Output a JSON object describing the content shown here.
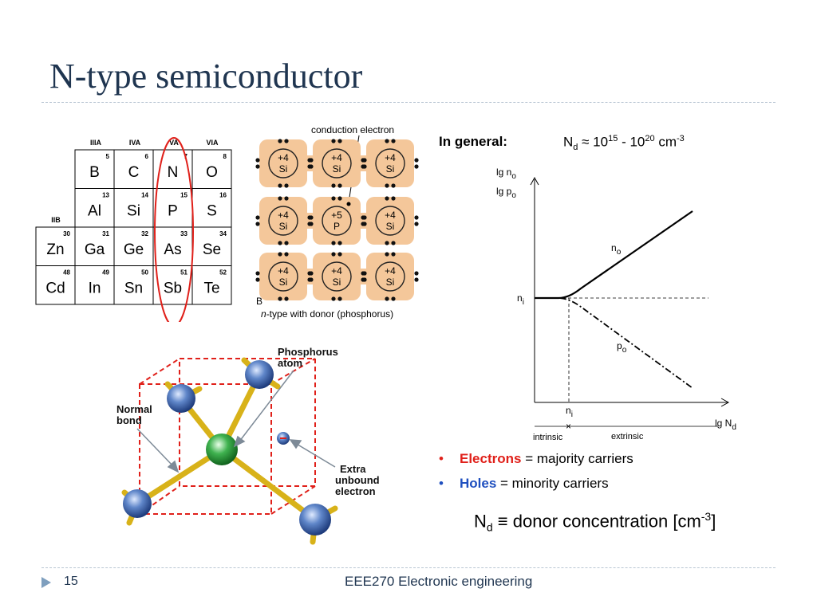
{
  "title": "N-type semiconductor",
  "periodic_table": {
    "group_labels": [
      "IIIA",
      "IVA",
      "VA",
      "VIA",
      "IIB"
    ],
    "cells": [
      {
        "num": "5",
        "sym": "B"
      },
      {
        "num": "6",
        "sym": "C"
      },
      {
        "num": "7",
        "sym": "N"
      },
      {
        "num": "8",
        "sym": "O"
      },
      {
        "num": "13",
        "sym": "Al"
      },
      {
        "num": "14",
        "sym": "Si"
      },
      {
        "num": "15",
        "sym": "P"
      },
      {
        "num": "16",
        "sym": "S"
      },
      {
        "num": "30",
        "sym": "Zn"
      },
      {
        "num": "31",
        "sym": "Ga"
      },
      {
        "num": "32",
        "sym": "Ge"
      },
      {
        "num": "33",
        "sym": "As"
      },
      {
        "num": "34",
        "sym": "Se"
      },
      {
        "num": "48",
        "sym": "Cd"
      },
      {
        "num": "49",
        "sym": "In"
      },
      {
        "num": "50",
        "sym": "Sn"
      },
      {
        "num": "51",
        "sym": "Sb"
      },
      {
        "num": "52",
        "sym": "Te"
      }
    ]
  },
  "lattice": {
    "top_label": "conduction electron",
    "si_charge": "+4",
    "si_symbol": "Si",
    "p_charge": "+5",
    "p_symbol": "P",
    "panel_letter": "B",
    "caption_italic": "n",
    "caption_rest": "-type with donor (phosphorus)"
  },
  "molecule": {
    "phosphorus_label_1": "Phosphorus",
    "phosphorus_label_2": "atom",
    "normal_bond_1": "Normal",
    "normal_bond_2": "bond",
    "extra_1": "Extra",
    "extra_2": "unbound",
    "extra_3": "electron"
  },
  "general": {
    "label": "In general:",
    "nd_range": "Nd ≈ 10^15 - 10^20 cm^-3"
  },
  "graph": {
    "y_label_1": "lg no",
    "y_label_2": "lg po",
    "x_label": "lg Nd",
    "ni_y": "ni",
    "ni_x": "ni",
    "curve_n": "no",
    "curve_p": "po",
    "region_left": "intrinsic",
    "region_right": "extrinsic"
  },
  "bullets": [
    {
      "term": "Electrons",
      "rest": " = majority carriers"
    },
    {
      "term": "Holes",
      "rest": " = minority carriers"
    }
  ],
  "nd_definition": "Nd ≡ donor concentration [cm-3]",
  "footer": {
    "page": "15",
    "text": "EEE270 Electronic engineering"
  }
}
